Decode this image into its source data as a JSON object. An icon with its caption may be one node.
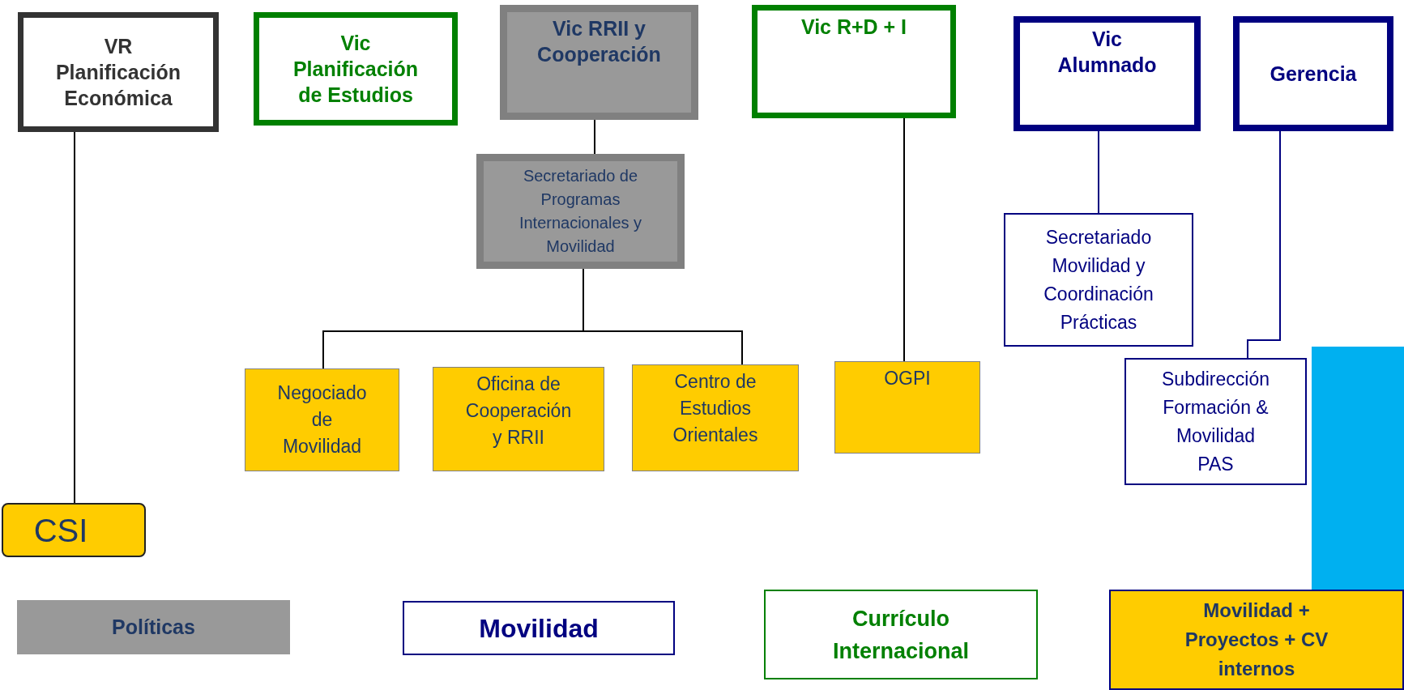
{
  "diagram": {
    "nodes": [
      {
        "text": [
          "VR Planificación Económica"
        ]
      },
      {
        "text": [
          "Vic Planificación de Estudios"
        ]
      },
      {
        "text": [
          "Vic RRII y Cooperación"
        ]
      },
      {
        "text": [
          "Vic R+D + I"
        ]
      },
      {
        "text": [
          "Vic Alumnado"
        ]
      },
      {
        "text": [
          "Gerencia"
        ]
      },
      {
        "text": [
          "Secretariado de Programas Internacionales y Movilidad"
        ]
      },
      {
        "text": [
          "Secretariado Movilidad y Coordinación Prácticas"
        ]
      },
      {
        "text": [
          "Negociado de Movilidad"
        ]
      },
      {
        "text": [
          "Oficina de Cooperación y RRII"
        ]
      },
      {
        "text": [
          "Centro de Estudios Orientales"
        ]
      },
      {
        "text": [
          "OGPI"
        ]
      },
      {
        "text": [
          "Subdirección Formación & Movilidad PAS"
        ]
      },
      {
        "text": [
          "CSI"
        ]
      },
      {
        "text": [
          "Políticas"
        ]
      },
      {
        "text": [
          "Movilidad"
        ]
      },
      {
        "text": [
          "Currículo Internacional"
        ]
      },
      {
        "text": [
          "Movilidad + Proyectos + CV internos"
        ]
      },
      {
        "text": [],
        "shape": "bar"
      }
    ],
    "edges": [
      {
        "from": 0,
        "to": 13,
        "arrow": "none"
      },
      {
        "from": 2,
        "to": 6,
        "arrow": "none"
      },
      {
        "from": 6,
        "to": 8,
        "arrow": "none"
      },
      {
        "from": 6,
        "to": 10,
        "arrow": "none"
      },
      {
        "from": 3,
        "to": 11,
        "arrow": "none"
      },
      {
        "from": 4,
        "to": 7,
        "arrow": "none",
        "color": "#000080"
      },
      {
        "from": 5,
        "to": 12,
        "arrow": "none",
        "color": "#000080"
      }
    ]
  }
}
